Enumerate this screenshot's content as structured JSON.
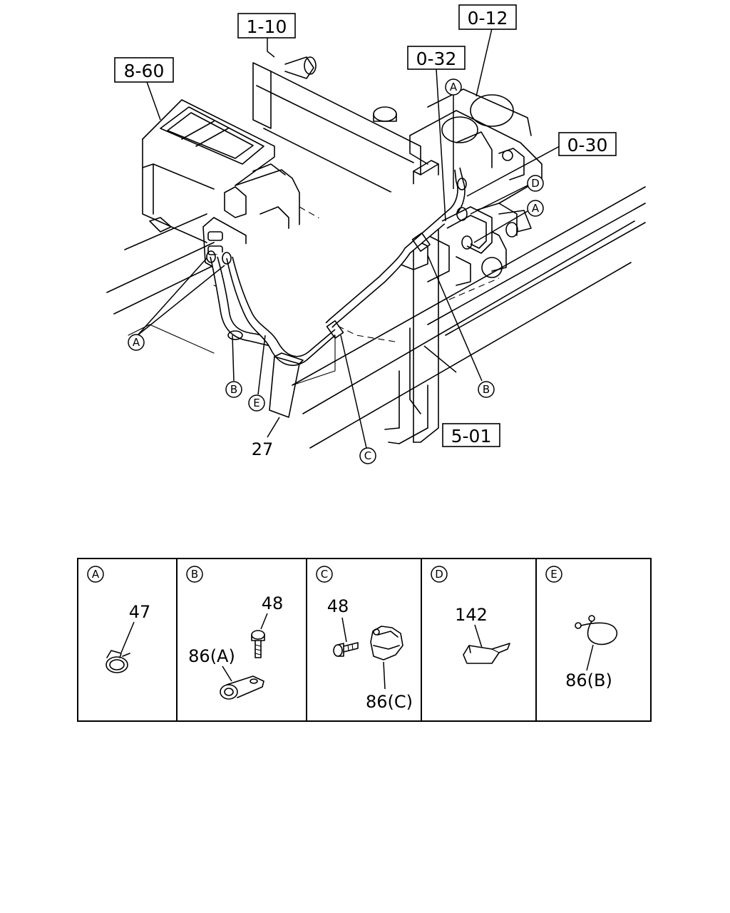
{
  "refs": {
    "r1_10": "1-10",
    "r8_60": "8-60",
    "r0_12": "0-12",
    "r0_32": "0-32",
    "r0_30": "0-30",
    "r5_01": "5-01"
  },
  "callouts": {
    "a": "A",
    "b": "B",
    "c": "C",
    "d": "D",
    "e": "E"
  },
  "part_numbers": {
    "p27": "27"
  },
  "detail_table": [
    {
      "letter": "A",
      "labels": [
        "47"
      ]
    },
    {
      "letter": "B",
      "labels": [
        "48",
        "86(A)"
      ]
    },
    {
      "letter": "C",
      "labels": [
        "48",
        "86(C)"
      ]
    },
    {
      "letter": "D",
      "labels": [
        "142"
      ]
    },
    {
      "letter": "E",
      "labels": [
        "86(B)"
      ]
    }
  ]
}
